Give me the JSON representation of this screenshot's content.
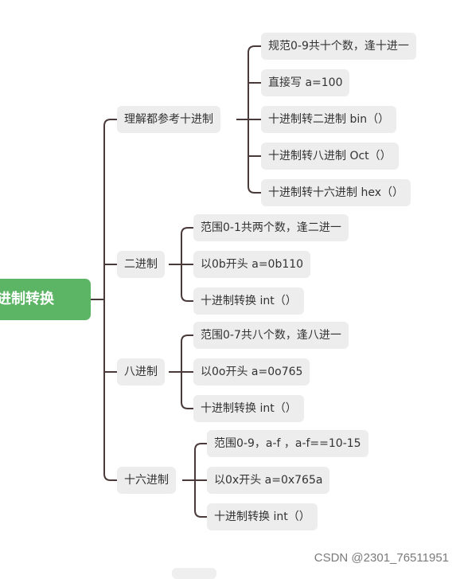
{
  "mindmap": {
    "root": "进制转换",
    "branches": [
      {
        "label": "理解都参考十进制",
        "children": [
          "规范0-9共十个数，逢十进一",
          "直接写  a=100",
          "十进制转二进制   bin（）",
          "十进制转八进制   Oct（）",
          "十进制转十六进制  hex（）"
        ]
      },
      {
        "label": "二进制",
        "children": [
          "范围0-1共两个数，逢二进一",
          "以0b开头  a=0b110",
          "十进制转换   int（）"
        ]
      },
      {
        "label": "八进制",
        "children": [
          "范围0-7共八个数，逢八进一",
          "以0o开头  a=0o765",
          "十进制转换   int（）"
        ]
      },
      {
        "label": "十六进制",
        "children": [
          "范围0-9，a-f ，a-f==10-15",
          "以0x开头  a=0x765a",
          "十进制转换   int（）"
        ]
      }
    ]
  },
  "watermark": "CSDN @2301_76511951",
  "colors": {
    "root_fill": "#5cb565",
    "node_fill": "#ededed",
    "connector": "#4a3a3a"
  }
}
